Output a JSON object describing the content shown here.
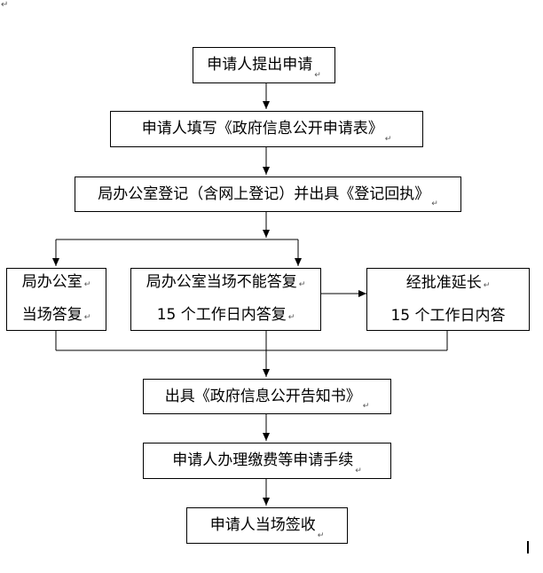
{
  "para_mark": "↵",
  "boxes": {
    "apply": "申请人提出申请",
    "fill_form": "申请人填写《政府信息公开申请表》",
    "register": "局办公室登记（含网上登记）并出具《登记回执》",
    "immediate": [
      "局办公室",
      "当场答复"
    ],
    "within15": [
      "局办公室当场不能答复",
      "15 个工作日内答复"
    ],
    "extend": [
      "经批准延长",
      "15 个工作日内答"
    ],
    "notice": "出具《政府信息公开告知书》",
    "payment": "申请人办理缴费等申请手续",
    "sign": "申请人当场签收"
  }
}
